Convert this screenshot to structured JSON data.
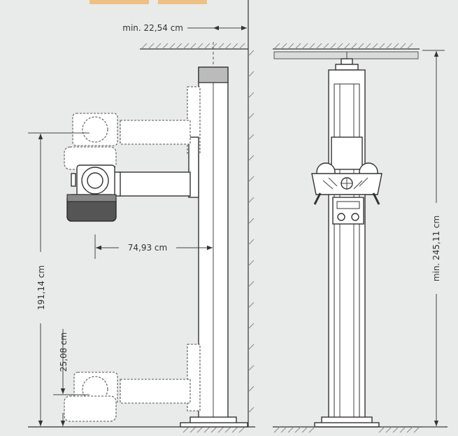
{
  "dimensions": {
    "wall_clearance": "min. 22,54 cm",
    "arm_reach": "74,93 cm",
    "max_height": "191,14 cm",
    "min_height": "25,08 cm",
    "ceiling_height": "min. 245,11 cm"
  },
  "colors": {
    "background": "#e9eaea",
    "line": "#333333",
    "accent": "#f39c2b"
  }
}
